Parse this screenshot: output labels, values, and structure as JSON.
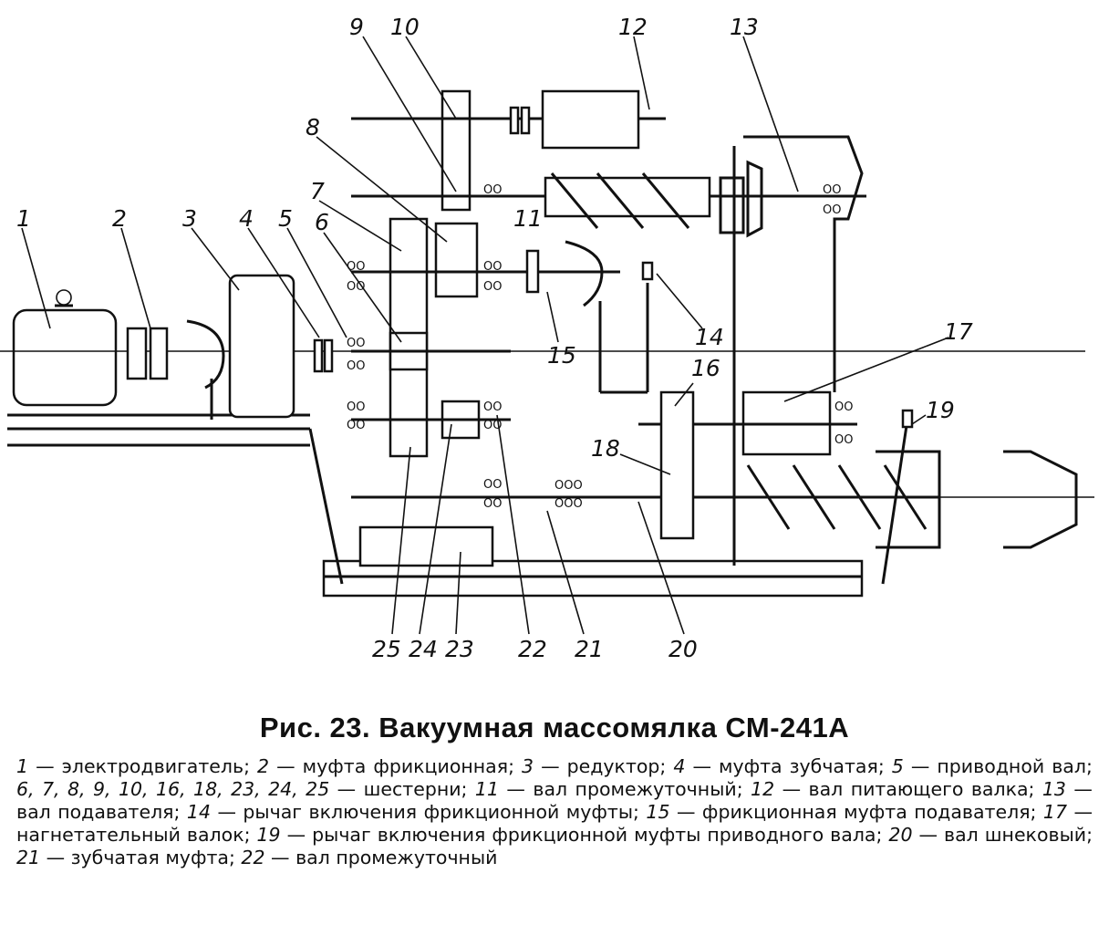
{
  "figure": {
    "title": "Рис. 23. Вакуумная массомялка СМ-241А"
  },
  "labels": [
    "1",
    "2",
    "3",
    "4",
    "5",
    "6",
    "7",
    "8",
    "9",
    "10",
    "11",
    "12",
    "13",
    "14",
    "15",
    "16",
    "17",
    "18",
    "19",
    "20",
    "21",
    "22",
    "23",
    "24",
    "25"
  ],
  "legend": [
    {
      "num": "1",
      "text": "электродвигатель;"
    },
    {
      "num": "2",
      "text": "муфта фрикционная;"
    },
    {
      "num": "3",
      "text": "редуктор;"
    },
    {
      "num": "4",
      "text": "муфта зубчатая;"
    },
    {
      "num": "5",
      "text": "приводной вал;"
    },
    {
      "num": "6, 7, 8, 9, 10, 16, 18, 23, 24, 25",
      "text": "шестерни;"
    },
    {
      "num": "11",
      "text": "вал промежуточный;"
    },
    {
      "num": "12",
      "text": "вал питающего валка;"
    },
    {
      "num": "13",
      "text": "вал подавателя;"
    },
    {
      "num": "14",
      "text": "рычаг включения фрикционной муфты;"
    },
    {
      "num": "15",
      "text": "фрикционная муфта подавателя;"
    },
    {
      "num": "17",
      "text": "нагнетательный валок;"
    },
    {
      "num": "19",
      "text": "рычаг включения фрикционной муфты приводного вала;"
    },
    {
      "num": "20",
      "text": "вал шнековый;"
    },
    {
      "num": "21",
      "text": "зубчатая муфта;"
    },
    {
      "num": "22",
      "text": "вал промежуточный"
    }
  ]
}
